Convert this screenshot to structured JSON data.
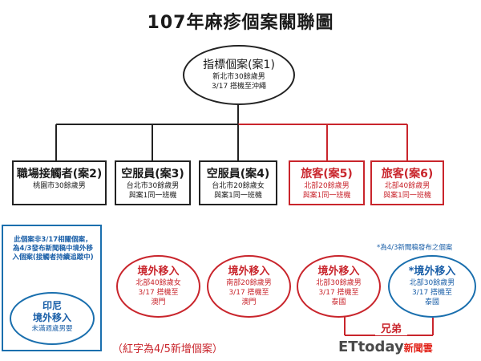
{
  "title": "107年麻疹個案關聯圖",
  "index_case": {
    "label": "指標個案(案1)",
    "line1": "新北市30餘歲男",
    "line2": "3/17 搭機至沖繩"
  },
  "contacts": [
    {
      "label": "職場接觸者(案2)",
      "line1": "桃園市30餘歲男",
      "line2": ""
    },
    {
      "label": "空服員(案3)",
      "line1": "台北市30餘歲男",
      "line2": "與案1同一班機"
    },
    {
      "label": "空服員(案4)",
      "line1": "台北市20餘歲女",
      "line2": "與案1同一班機"
    },
    {
      "label": "旅客(案5)",
      "line1": "北部20餘歲男",
      "line2": "與案1同一班機"
    },
    {
      "label": "旅客(案6)",
      "line1": "北部40餘歲男",
      "line2": "與案1同一班機"
    }
  ],
  "left_panel": {
    "note": "此個案非3/17相關個案，為4/3發布新聞稿中境外移入個案(接觸者持續追蹤中)",
    "title1": "印尼",
    "title2": "境外移入",
    "desc": "未滿週歲男嬰"
  },
  "note_right": "*為4/3新聞稿發布之個案",
  "imported": [
    {
      "label": "境外移入",
      "line1": "北部40餘歲女",
      "line2": "3/17 搭機至",
      "line3": "澳門"
    },
    {
      "label": "境外移入",
      "line1": "南部20餘歲男",
      "line2": "3/17 搭機至",
      "line3": "澳門"
    },
    {
      "label": "境外移入",
      "line1": "北部30餘歲男",
      "line2": "3/17 搭機至",
      "line3": "泰國"
    },
    {
      "label": "*境外移入",
      "line1": "北部30餘歲男",
      "line2": "3/17 搭機至",
      "line3": "泰國"
    }
  ],
  "siblings_label": "兄弟",
  "footnote": "（紅字為4/5新增個案）",
  "watermark": {
    "main": "ETtoday",
    "suffix": "新聞雲"
  },
  "colors": {
    "red": "#c9252c",
    "blue": "#1a6fae",
    "black": "#222222"
  }
}
